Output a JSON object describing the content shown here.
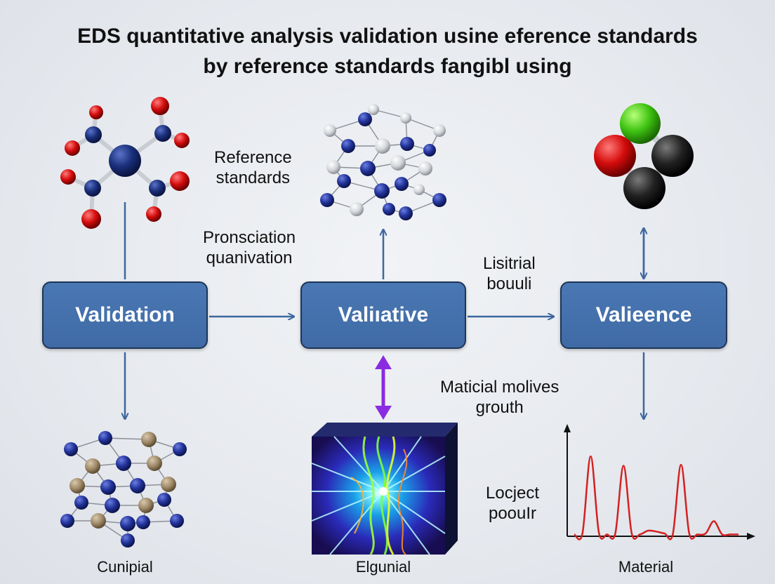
{
  "title": {
    "line1": "EDS quantitative analysis validation usine eference standards",
    "line2": "by reference standards fangibl using"
  },
  "boxes": {
    "left": "Validation",
    "center": "Valiıative",
    "right": "Valieence"
  },
  "labels": {
    "reference": [
      "Reference",
      "standards"
    ],
    "pronsciation": [
      "Pronsciation",
      "quanivation"
    ],
    "lisitrial": [
      "Lisitrial",
      "bouuli"
    ],
    "maticial": [
      "Maticial molives",
      "grouth"
    ],
    "locject": [
      "Locject",
      "poouIr"
    ]
  },
  "bottom": {
    "left": "Cunipial",
    "center": "Elgunial",
    "right": "Material"
  },
  "colors": {
    "box_fill": "#4a78b4",
    "arrow": "#3d679e",
    "highlight_arrow": "#8a2be2",
    "atom_blue": "#1f2f8f",
    "atom_red": "#d01010",
    "spectrum_line": "#d42020"
  },
  "chart_data": {
    "type": "line",
    "title": "",
    "xlabel": "",
    "ylabel": "",
    "x": [
      0,
      5,
      10,
      15,
      20,
      25,
      30,
      35,
      40,
      45,
      50,
      55,
      60,
      65,
      70,
      75,
      80,
      85,
      90,
      95,
      100
    ],
    "series": [
      {
        "values": [
          2,
          3,
          85,
          4,
          2,
          3,
          75,
          3,
          2,
          6,
          5,
          3,
          2,
          76,
          3,
          2,
          3,
          16,
          2,
          2,
          2
        ]
      }
    ],
    "ylim": [
      0,
      100
    ],
    "grid": false
  }
}
